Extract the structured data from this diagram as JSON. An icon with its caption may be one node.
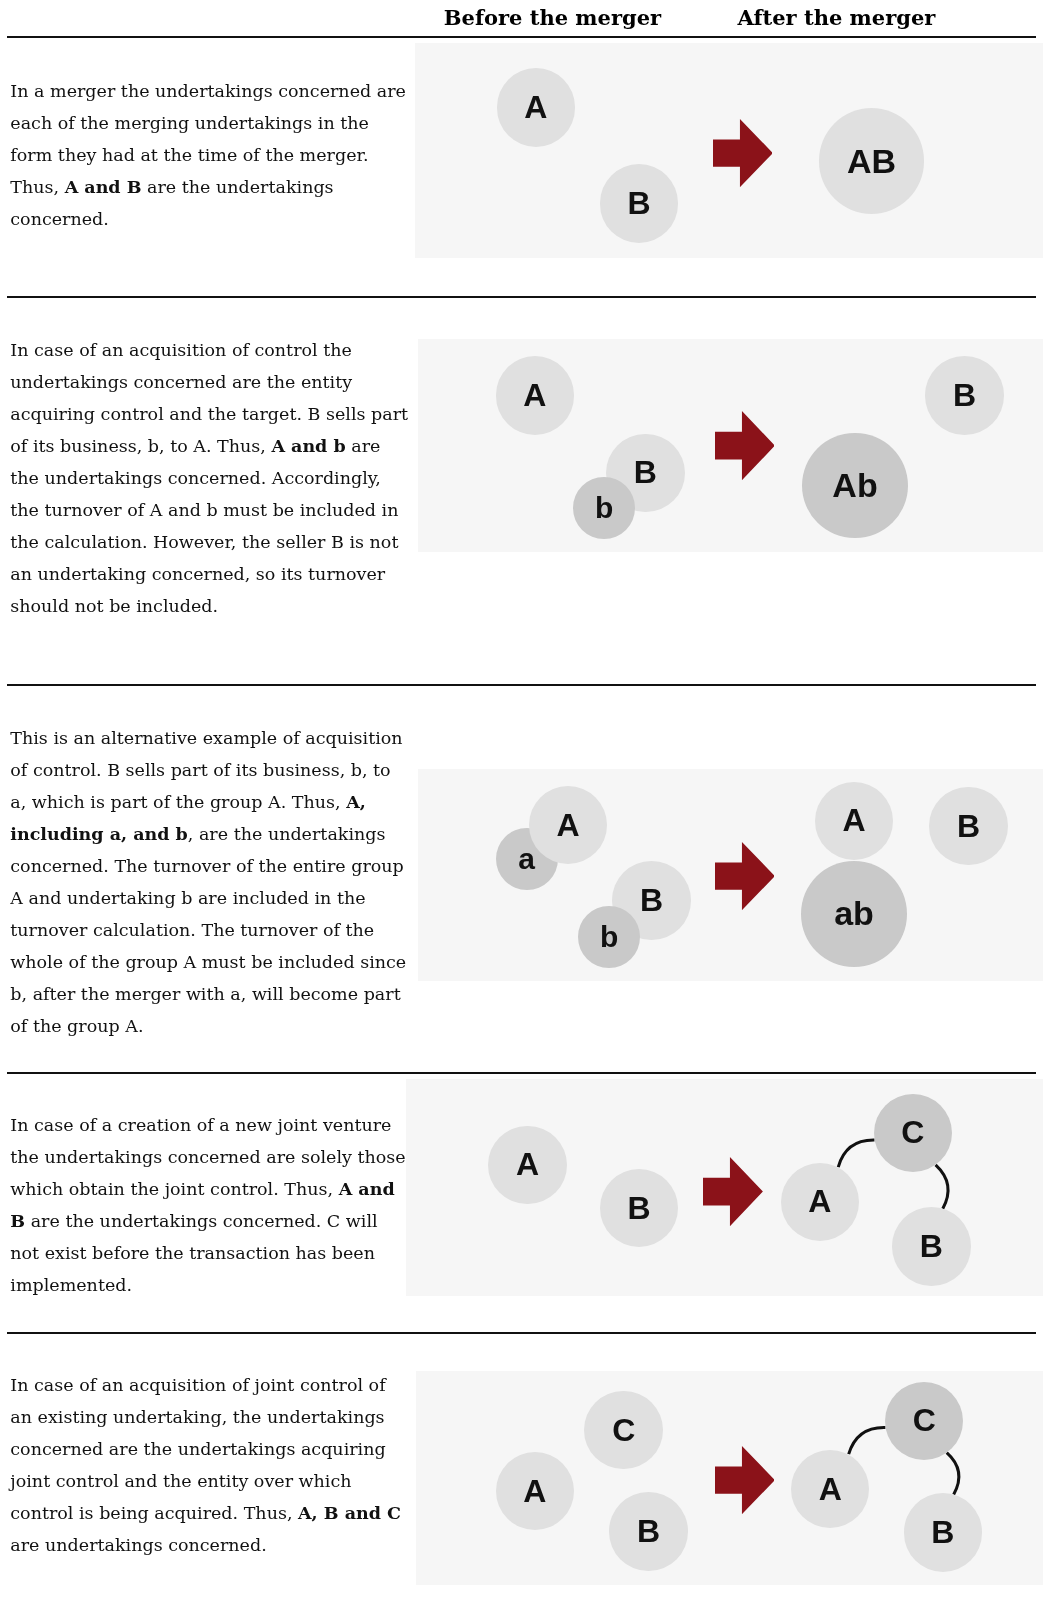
{
  "diagram": {
    "nodes": [
      {
        "text": [],
        "shape": "box"
      },
      {
        "text": [
          "A"
        ],
        "in": 0
      },
      {
        "text": [
          "B"
        ],
        "in": 0
      },
      {
        "text": [
          "AB"
        ],
        "in": 0
      },
      {
        "text": [],
        "shape": "box"
      },
      {
        "text": [
          "A"
        ],
        "in": 4
      },
      {
        "text": [
          "B"
        ],
        "in": 4
      },
      {
        "text": [
          "b"
        ],
        "in": 4
      },
      {
        "text": [
          "Ab"
        ],
        "in": 4
      },
      {
        "text": [
          "B"
        ],
        "in": 4
      },
      {
        "text": [],
        "shape": "box"
      },
      {
        "text": [
          "a"
        ],
        "in": 10
      },
      {
        "text": [
          "A"
        ],
        "in": 10
      },
      {
        "text": [
          "b"
        ],
        "in": 10
      },
      {
        "text": [
          "B"
        ],
        "in": 10
      },
      {
        "text": [
          "A"
        ],
        "in": 10
      },
      {
        "text": [
          "ab"
        ],
        "in": 10
      },
      {
        "text": [
          "B"
        ],
        "in": 10
      },
      {
        "text": [],
        "shape": "box"
      },
      {
        "text": [
          "A"
        ],
        "in": 18
      },
      {
        "text": [
          "B"
        ],
        "in": 18
      },
      {
        "text": [
          "A"
        ],
        "in": 18
      },
      {
        "text": [
          "C"
        ],
        "in": 18
      },
      {
        "text": [
          "B"
        ],
        "in": 18
      },
      {
        "text": [],
        "shape": "box"
      },
      {
        "text": [
          "A"
        ],
        "in": 24
      },
      {
        "text": [
          "C"
        ],
        "in": 24
      },
      {
        "text": [
          "B"
        ],
        "in": 24
      },
      {
        "text": [
          "A"
        ],
        "in": 24
      },
      {
        "text": [
          "C"
        ],
        "in": 24
      },
      {
        "text": [
          "B"
        ],
        "in": 24
      }
    ],
    "edges": [
      {
        "from": 2,
        "to": 3,
        "arrow": "to"
      },
      {
        "from": 6,
        "to": 8,
        "arrow": "to"
      },
      {
        "from": 14,
        "to": 16,
        "arrow": "to"
      },
      {
        "from": 20,
        "to": 21,
        "arrow": "to"
      },
      {
        "from": 21,
        "to": 22,
        "arrow": "none"
      },
      {
        "from": 22,
        "to": 23,
        "arrow": "none"
      },
      {
        "from": 27,
        "to": 28,
        "arrow": "to"
      },
      {
        "from": 28,
        "to": 29,
        "arrow": "none"
      },
      {
        "from": 29,
        "to": 30,
        "arrow": "none"
      }
    ],
    "labels": [
      "Before the merger",
      "After the merger",
      "In a merger the undertakings concerned are each of the merging undertakings in the form they had at the time of the merger. Thus, **A and B** are the undertakings concerned.",
      "In case of an acquisition of control the undertakings concerned are the entity acquiring control and the target. B sells part of its business, b, to A. Thus, **A and b** are the undertakings concerned. Accordingly, the turnover of A and b must be included in the calculation. However, the seller B is not an undertaking concerned, so its turnover should not be included.",
      "This is an alternative example of acquisition of control. B sells part of its business, b, to a, which is part of the group A. Thus, **A, including a, and b**, are the undertakings concerned. The turnover of the entire group A and undertaking b are included in the turnover calculation. The turnover of the whole of the group A must be included since b, after the merger with a, will become part of the group A.",
      "In case of a creation of a new joint venture the undertakings concerned are solely those which obtain the joint control. Thus, **A and B** are the undertakings concerned. C will not exist before the transaction has been implemented.",
      "In case of an acquisition of joint control of an existing undertaking, the undertakings concerned are the undertakings acquiring joint control and the entity over which control is being acquired. Thus, **A, B and C** are undertakings concerned."
    ]
  }
}
